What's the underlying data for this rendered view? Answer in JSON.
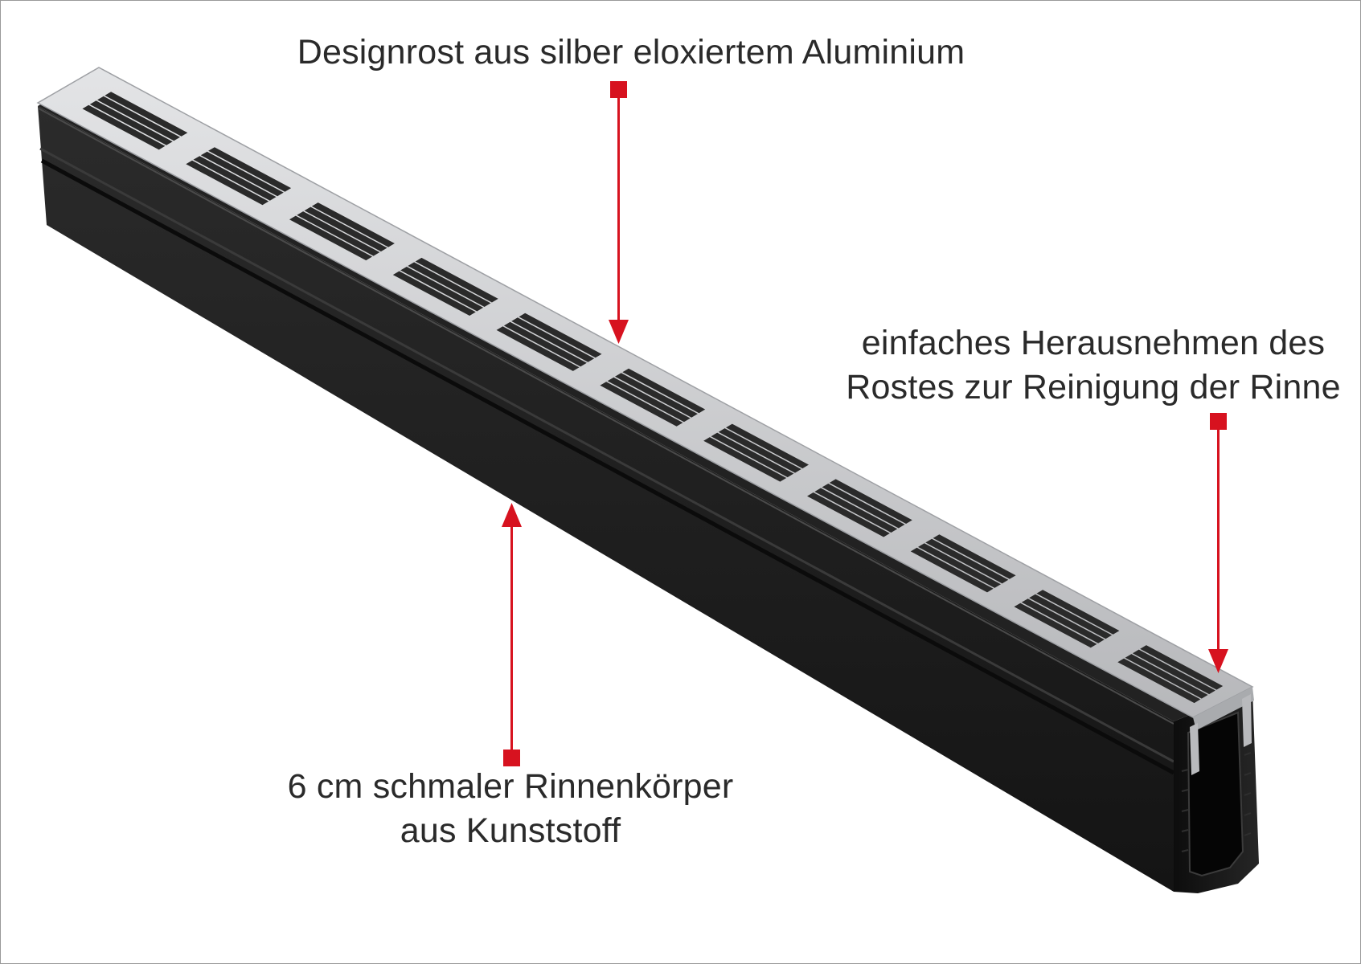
{
  "callouts": {
    "top": {
      "text": "Designrost aus silber eloxiertem Aluminium"
    },
    "right": {
      "line1": "einfaches Herausnehmen des",
      "line2": "Rostes zur Reinigung der Rinne"
    },
    "bottom": {
      "line1": "6 cm schmaler Rinnenkörper",
      "line2": "aus Kunststoff"
    }
  },
  "colors": {
    "arrow": "#d7121f",
    "channel_body": "#1c1c1c",
    "grate": "#c9cacc",
    "text": "#2a2a2a"
  },
  "product": {
    "channel": "black-plastic-drainage-channel",
    "grate": "slotted-aluminium-grate"
  }
}
